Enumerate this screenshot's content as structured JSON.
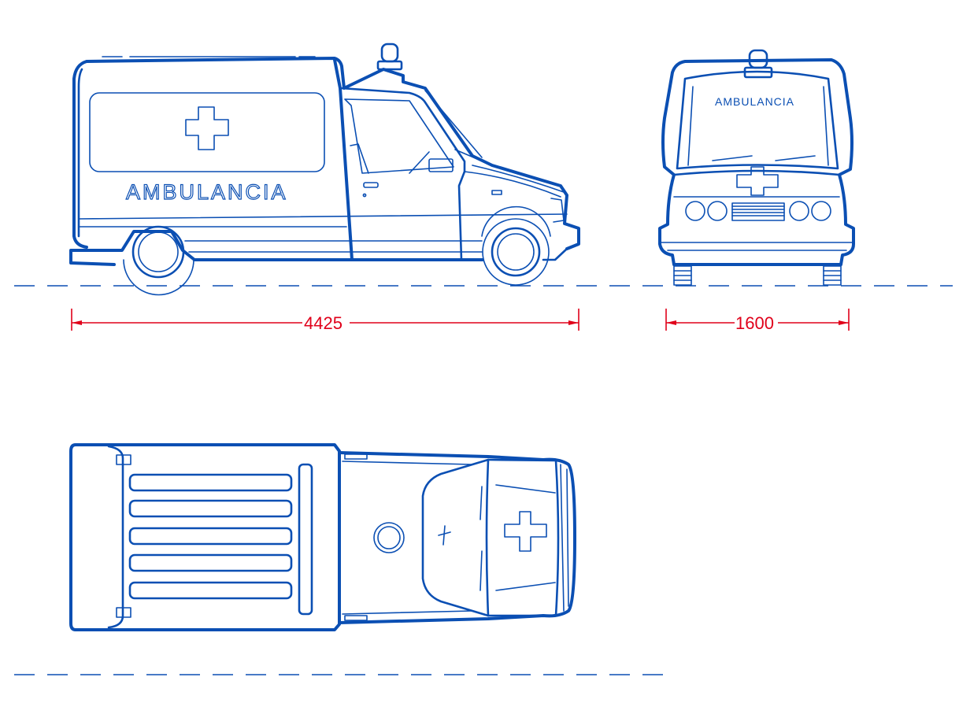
{
  "vehicle": {
    "side_label": "AMBULANCIA",
    "front_label": "AMBULANCIA"
  },
  "dimensions": {
    "length": "4425",
    "width": "1600"
  },
  "colors": {
    "line": "#0b4fb3",
    "dimension": "#e0001a",
    "background": "#ffffff"
  }
}
